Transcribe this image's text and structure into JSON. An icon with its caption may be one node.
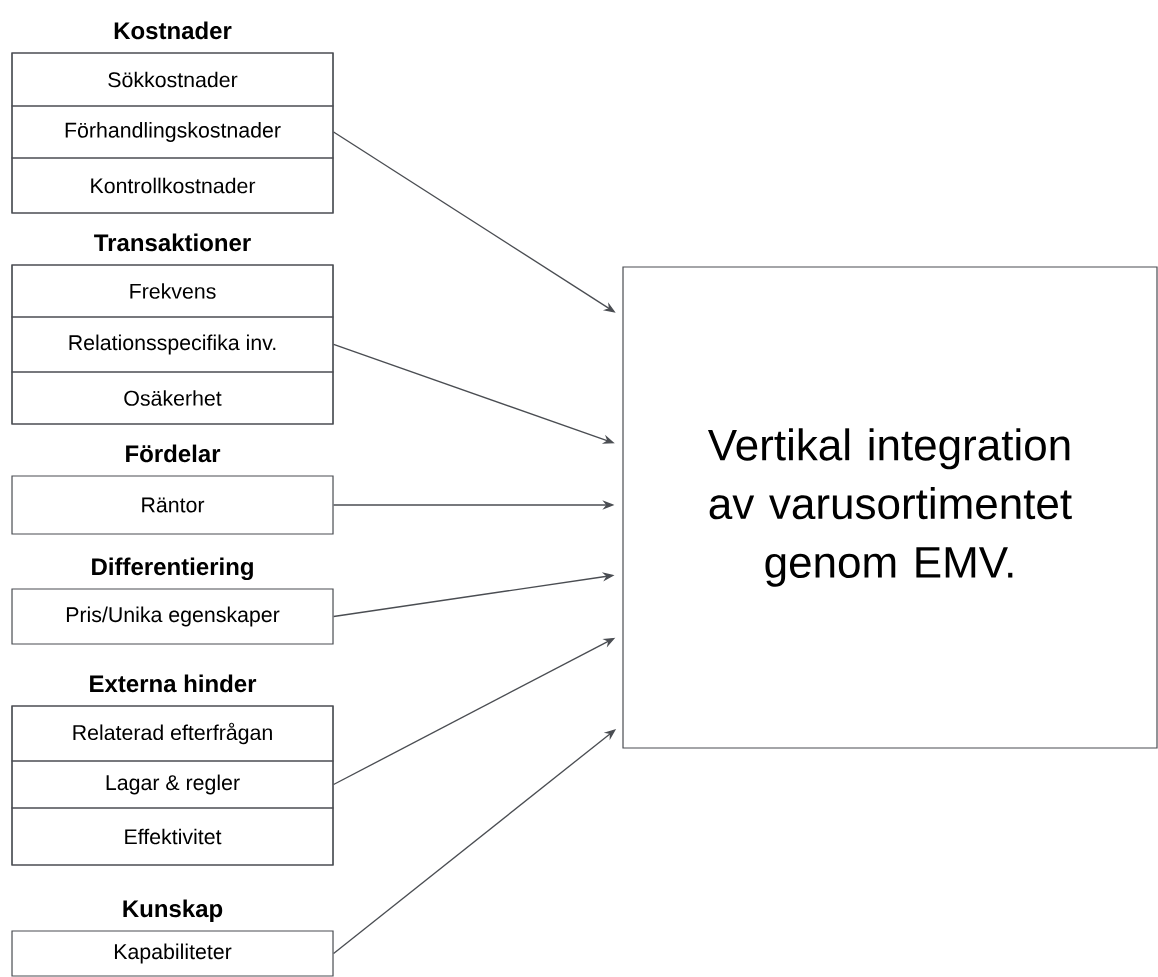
{
  "diagram": {
    "nodes": [
      {
        "text": [
          "Kostnader"
        ]
      },
      {
        "text": [
          "Sökkostnader"
        ],
        "in": 0
      },
      {
        "text": [
          "Förhandlingskostnader"
        ],
        "in": 0
      },
      {
        "text": [
          "Kontrollkostnader"
        ],
        "in": 0
      },
      {
        "text": [
          "Transaktioner"
        ]
      },
      {
        "text": [
          "Frekvens"
        ],
        "in": 4
      },
      {
        "text": [
          "Relationsspecifika inv."
        ],
        "in": 4
      },
      {
        "text": [
          "Osäkerhet"
        ],
        "in": 4
      },
      {
        "text": [
          "Fördelar",
          "Räntor"
        ]
      },
      {
        "text": [
          "Differentiering",
          "Pris/Unika egenskaper"
        ]
      },
      {
        "text": [
          "Externa hinder"
        ]
      },
      {
        "text": [
          "Relaterad efterfrågan"
        ],
        "in": 10
      },
      {
        "text": [
          "Lagar & regler"
        ],
        "in": 10
      },
      {
        "text": [
          "Effektivitet"
        ],
        "in": 10
      },
      {
        "text": [
          "Kunskap",
          "Kapabiliteter"
        ]
      },
      {
        "text": [
          "Vertikal integration av varusortimentet genom EMV."
        ]
      }
    ],
    "edges": [
      {
        "from": 2,
        "to": 15,
        "arrow": "to"
      },
      {
        "from": 6,
        "to": 15,
        "arrow": "to"
      },
      {
        "from": 8,
        "to": 15,
        "arrow": "to"
      },
      {
        "from": 9,
        "to": 15,
        "arrow": "to"
      },
      {
        "from": 12,
        "to": 15,
        "arrow": "to"
      },
      {
        "from": 14,
        "to": 15,
        "arrow": "to"
      }
    ]
  }
}
